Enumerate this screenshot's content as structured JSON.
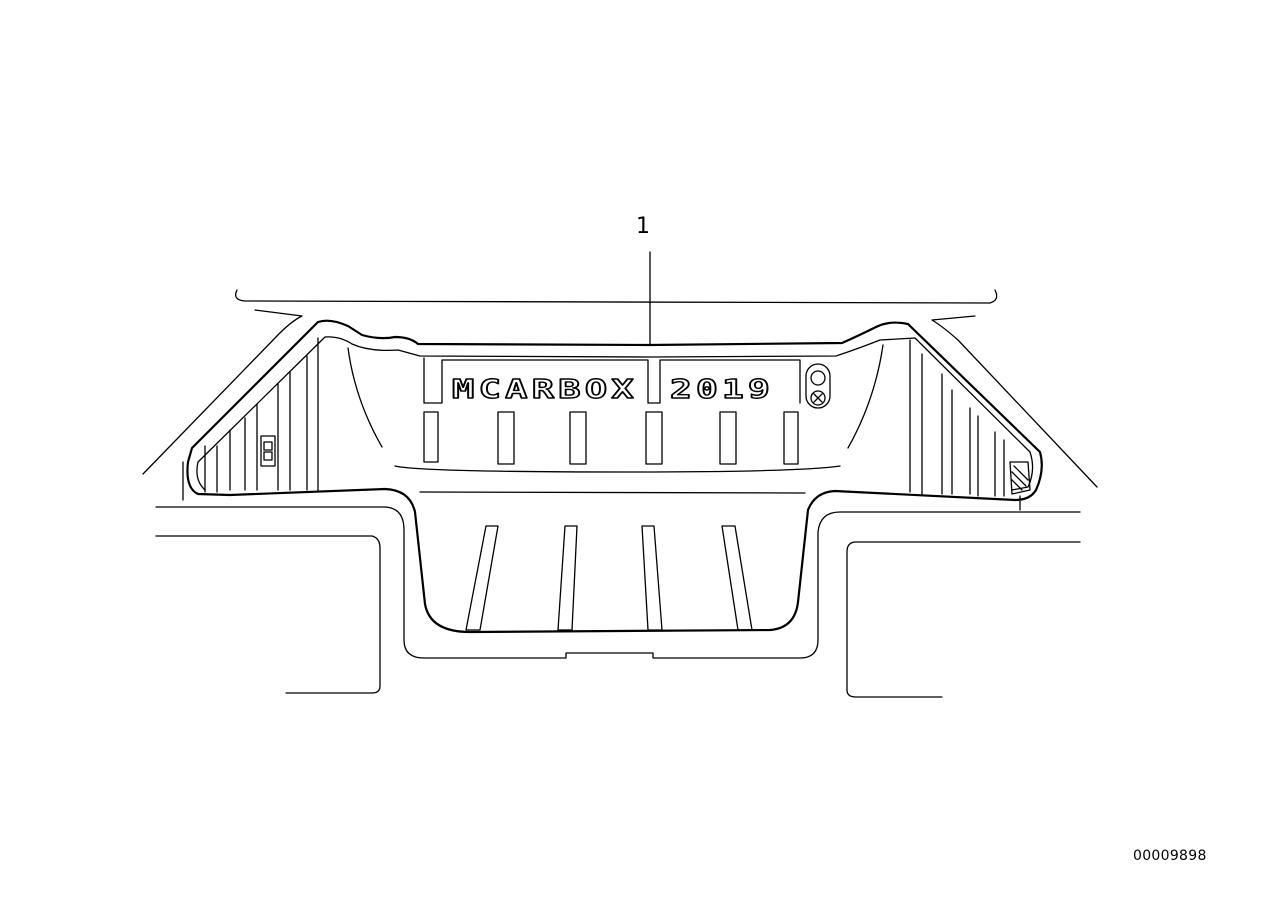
{
  "diagram": {
    "part_number_label": "1",
    "stencil_left": "MCARBOX",
    "stencil_right": "2019",
    "diagram_id": "00009898"
  }
}
